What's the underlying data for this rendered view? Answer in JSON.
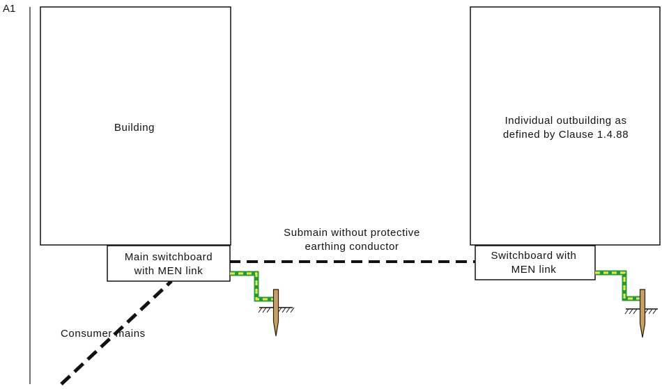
{
  "figure_label": "A1",
  "building": {
    "label": "Building"
  },
  "outbuilding": {
    "label_lines": [
      "Individual outbuilding as",
      "defined by Clause 1.4.88"
    ]
  },
  "main_switchboard": {
    "label_lines": [
      "Main switchboard",
      "with MEN link"
    ]
  },
  "outbuilding_switchboard": {
    "label_lines": [
      "Switchboard with",
      "MEN link"
    ]
  },
  "submain": {
    "label_lines": [
      "Submain without protective",
      "earthing conductor"
    ]
  },
  "consumer_mains": {
    "label": "Consumer mains"
  },
  "colors": {
    "line": "#111111",
    "earth_green": "#1f9a3c",
    "earth_yellow": "#e8e83a",
    "electrode_fill": "#c8a060",
    "electrode_stroke": "#2a1a08"
  },
  "icons": {
    "earth_electrode": "earth-electrode-icon"
  }
}
